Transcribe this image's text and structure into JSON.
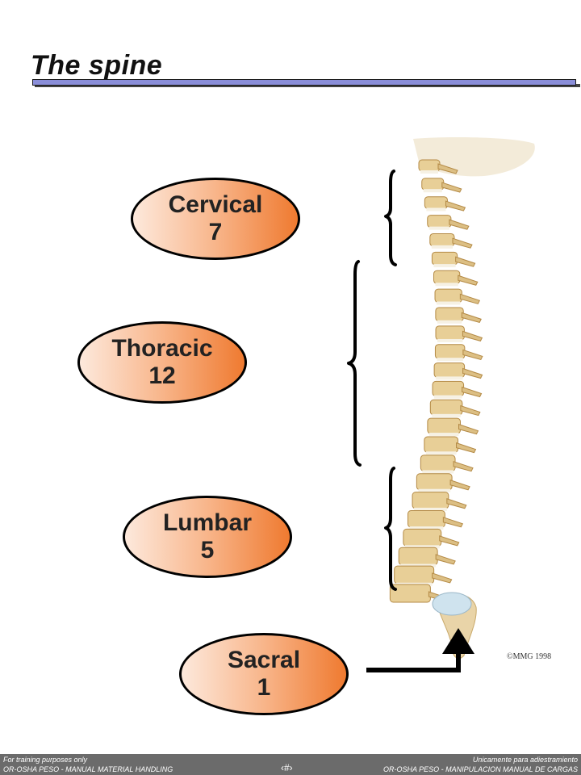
{
  "slide": {
    "title": "The spine"
  },
  "regions": [
    {
      "name": "Cervical",
      "count": "7"
    },
    {
      "name": "Thoracic",
      "count": "12"
    },
    {
      "name": "Lumbar",
      "count": "5"
    },
    {
      "name": "Sacral",
      "count": "1"
    }
  ],
  "illustration": {
    "copyright": "©MMG 1998"
  },
  "footer": {
    "left_line1": "For training purposes only",
    "left_line2": "OR-OSHA PESO - MANUAL MATERIAL HANDLING",
    "right_line1": "Unicamente para adiestramiento",
    "right_line2": "OR-OSHA PESO - MANIPULACION MANUAL DE CARGAS",
    "page_marker": "‹#›"
  },
  "colors": {
    "oval_light": "#fde9dc",
    "oval_dark": "#ef7a30",
    "rule": "#8a8ed9",
    "footer_bg": "#6b6b6b"
  }
}
